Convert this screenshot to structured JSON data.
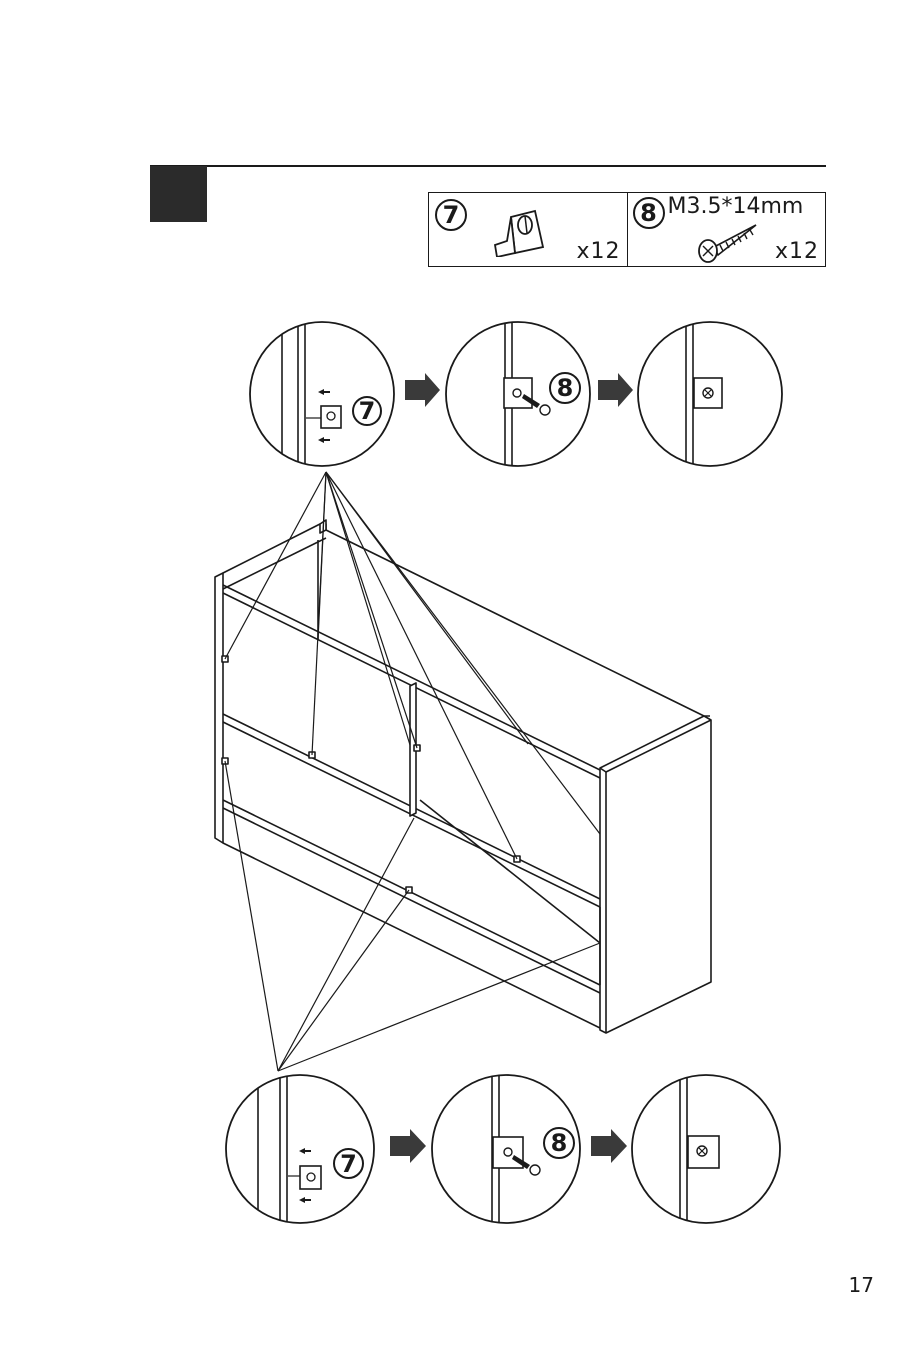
{
  "parts": [
    {
      "number": "7",
      "spec": "",
      "quantity": "x12",
      "icon": "cam-bracket-icon"
    },
    {
      "number": "8",
      "spec": "M3.5*14mm",
      "quantity": "x12",
      "icon": "screw-icon"
    }
  ],
  "callouts": {
    "step1_label": "7",
    "step2_label": "8"
  },
  "page_number": "17",
  "colors": {
    "ink": "#1a1a1a",
    "step_block": "#2b2b2b",
    "arrow": "#3a3a3a"
  }
}
